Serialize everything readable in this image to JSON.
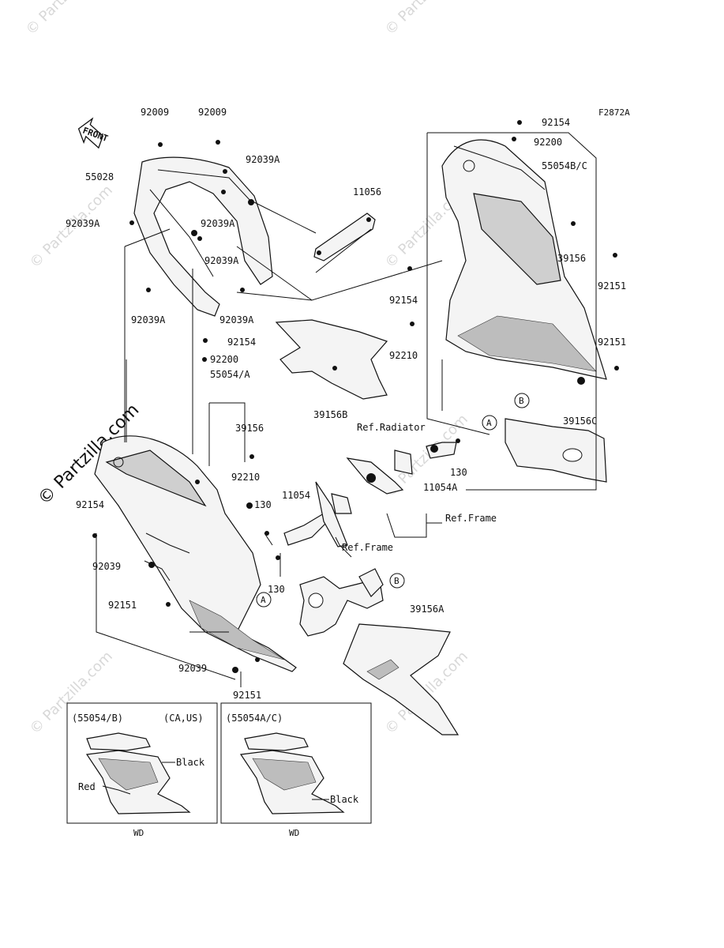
{
  "diagram_code": "F2872A",
  "front_label": "FRONT",
  "watermarks": {
    "small": "© Partzilla.com",
    "large": "© Partzilla.com"
  },
  "labels": {
    "p92009_a": "92009",
    "p92009_b": "92009",
    "p92039A_a": "92039A",
    "p55028": "55028",
    "p92039A_b": "92039A",
    "p92039A_c": "92039A",
    "p92039A_d": "92039A",
    "p92039A_e": "92039A",
    "p92039A_f": "92039A",
    "p11056": "11056",
    "p92154_a": "92154",
    "p92200_a": "92200",
    "p55054_bc": "55054B/C",
    "p39156_a": "39156",
    "p92151_a": "92151",
    "p92154_b": "92154",
    "p92210_a": "92210",
    "p92151_b": "92151",
    "p39156B": "39156B",
    "p92154_c": "92154",
    "p92200_b": "92200",
    "p55054_a": "55054/A",
    "p39156_b": "39156",
    "p92210_b": "92210",
    "p130_a": "130",
    "p11054": "11054",
    "p130_b": "130",
    "p130_c": "130",
    "p92154_d": "92154",
    "p92039_a": "92039",
    "p92151_c": "92151",
    "p92039_b": "92039",
    "p92151_d": "92151",
    "p39156C": "39156C",
    "p11054A": "11054A",
    "p39156A": "39156A",
    "ref_radiator": "Ref.Radiator",
    "ref_frame_a": "Ref.Frame",
    "ref_frame_b": "Ref.Frame",
    "marker_a1": "A",
    "marker_a2": "A",
    "marker_b1": "B",
    "marker_b2": "B"
  },
  "inset_left": {
    "title": "(55054/B)",
    "region": "(CA,US)",
    "color_black": "Black",
    "color_red": "Red",
    "caption": "WD"
  },
  "inset_right": {
    "title": "(55054A/C)",
    "color_black": "Black",
    "caption": "WD"
  }
}
